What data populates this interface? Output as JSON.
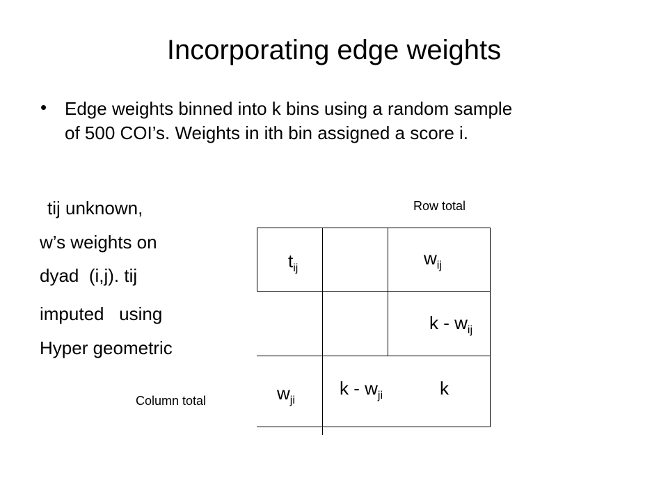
{
  "slide": {
    "title": "Incorporating edge weights",
    "bullet": {
      "marker": "•",
      "line1": "Edge weights binned into k bins using a random sample",
      "line2": "of 500 COI’s. Weights in ith bin assigned a score i."
    },
    "side_text": [
      "tij unknown,",
      "w’s weights on",
      "dyad  (i,j). tij",
      "imputed   using",
      "Hyper geometric"
    ],
    "row_total_label": "Row total",
    "column_total_label": "Column total"
  },
  "table": {
    "t_ij": {
      "base": "t",
      "sub": "ij"
    },
    "w_ij": {
      "base": "w",
      "sub": "ij"
    },
    "k_minus_w_ij": {
      "base": "k - w",
      "sub": "ij"
    },
    "w_ji": {
      "base": "w",
      "sub": "ji"
    },
    "k_minus_w_ji": {
      "base": "k - w",
      "sub": "ji"
    },
    "k": "k"
  }
}
